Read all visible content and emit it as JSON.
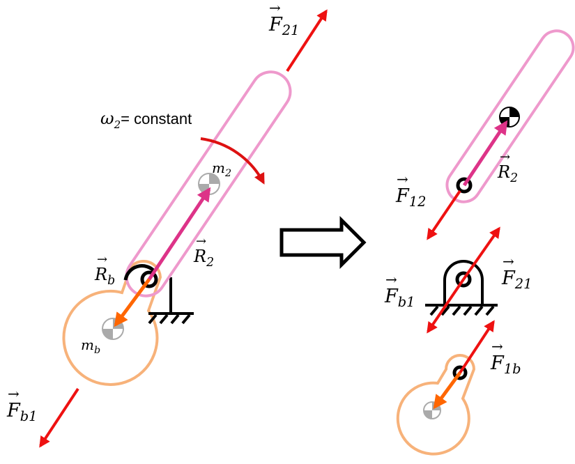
{
  "colors": {
    "link": "#ee99cc",
    "crank": "#f7b27a",
    "force": "#ee1111",
    "position_R2": "#dd3388",
    "position_Rb": "#ff6600",
    "ground": "#000000",
    "omega_arrow": "#dd1111",
    "com_gray": "#aaaaaa"
  },
  "icons": {
    "transition_arrow": "hollow-right-arrow",
    "center_of_mass": "com-quartered-circle",
    "pin_joint": "pin-joint-circle",
    "ground_support": "hatched-ground-icon"
  },
  "labels": {
    "F21_top": {
      "base": "F",
      "sub": "21"
    },
    "omega": {
      "sym": "ω",
      "sub": "2",
      "text": "= constant"
    },
    "m2": {
      "base": "m",
      "sub": "2"
    },
    "R2_left": {
      "base": "R",
      "sub": "2"
    },
    "Rb_left": {
      "base": "R",
      "sub": "b"
    },
    "mb": {
      "base": "m",
      "sub": "b"
    },
    "Fb1_left": {
      "base": "F",
      "sub": "b1"
    },
    "R2_right": {
      "base": "R",
      "sub": "2"
    },
    "F12": {
      "base": "F",
      "sub": "12"
    },
    "F21_right": {
      "base": "F",
      "sub": "21"
    },
    "Fb1_right": {
      "base": "F",
      "sub": "b1"
    },
    "F1b": {
      "base": "F",
      "sub": "1b"
    }
  }
}
